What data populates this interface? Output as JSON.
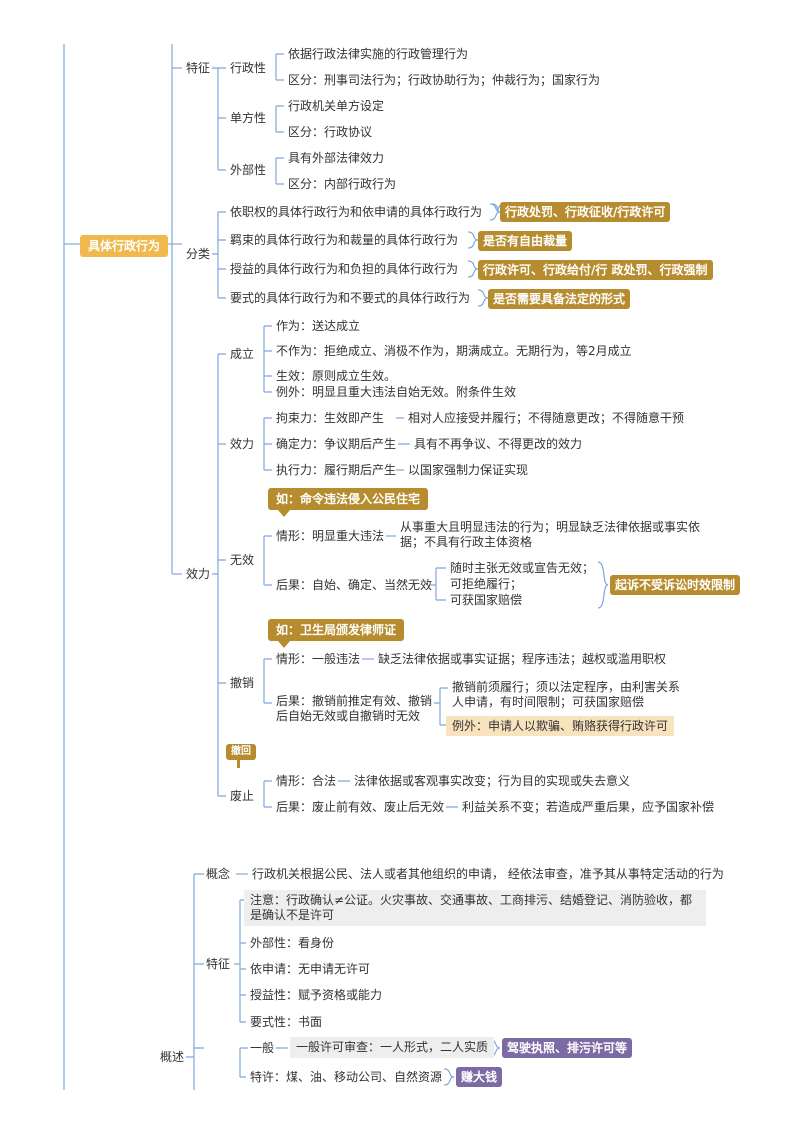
{
  "root": "具体行政行为",
  "s1": {
    "title": "特征",
    "a": {
      "label": "行政性",
      "c1": "依据行政法律实施的行政管理行为",
      "c2": "区分：刑事司法行为；行政协助行为；仲裁行为；国家行为"
    },
    "b": {
      "label": "单方性",
      "c1": "行政机关单方设定",
      "c2": "区分：行政协议"
    },
    "c": {
      "label": "外部性",
      "c1": "具有外部法律效力",
      "c2": "区分：内部行政行为"
    }
  },
  "s2": {
    "title": "分类",
    "items": [
      {
        "text": "依职权的具体行政行为和依申请的具体行政行为",
        "tag": "行政处罚、行政征收/行政许可"
      },
      {
        "text": "羁束的具体行政行为和裁量的具体行政行为",
        "tag": "是否有自由裁量"
      },
      {
        "text": "授益的具体行政行为和负担的具体行政行为",
        "tag": "行政许可、行政给付/行 政处罚、行政强制"
      },
      {
        "text": "要式的具体行政行为和不要式的具体行政行为",
        "tag": "是否需要具备法定的形式"
      }
    ]
  },
  "s3": {
    "title": "效力",
    "chengli": {
      "label": "成立",
      "i1": "作为：送达成立",
      "i2": "不作为：拒绝成立、消极不作为，期满成立。无期行为，等2月成立",
      "i3": "生效：原则成立生效。",
      "i4": "例外：明显且重大违法自始无效。附条件生效"
    },
    "xiaoli": {
      "label": "效力",
      "i1a": "拘束力：生效即产生",
      "i1b": "相对人应接受并履行；不得随意更改；不得随意干预",
      "i2a": "确定力：争议期后产生",
      "i2b": "具有不再争议、不得更改的效力",
      "i3a": "执行力：履行期后产生",
      "i3b": "以国家强制力保证实现"
    },
    "wuxiao": {
      "label": "无效",
      "callout": "如：命令违法侵入公民住宅",
      "q1": "情形：明显重大违法",
      "q1d": "从事重大且明显违法的行为；明显缺乏法律依据或事实依据；不具有行政主体资格",
      "q2": "后果：自始、确定、当然无效",
      "q2d1": "随时主张无效或宣告无效；",
      "q2d2": "可拒绝履行；",
      "q2d3": "可获国家赔偿",
      "tag": "起诉不受诉讼时效限制"
    },
    "chexiao": {
      "label": "撤销",
      "callout": "如：卫生局颁发律师证",
      "q1": "情形：一般违法",
      "q1d": "缺乏法律依据或事实证据；程序违法；越权或滥用职权",
      "q2": "后果：撤销前推定有效、撤销后自始无效或自撤销时无效",
      "q2d": "撤销前须履行；须以法定程序，由利害关系人申请，有时间限制；可获国家赔偿",
      "hl": "例外：申请人以欺骗、贿赂获得行政许可"
    },
    "feizhi": {
      "label": "废止",
      "pin": "撤回",
      "q1": "情形：合法",
      "q1d": "法律依据或客观事实改变；行为目的实现或失去意义",
      "q2": "后果：废止前有效、废止后无效",
      "q2d": "利益关系不变；若造成严重后果，应予国家补偿"
    }
  },
  "bottom": {
    "label": "概述",
    "concept": {
      "label": "概念",
      "text": "行政机关根据公民、法人或者其他组织的申请，  经依法审查，准予其从事特定活动的行为"
    },
    "feature": {
      "label": "特征",
      "note": "注意：行政确认≠公证。火灾事故、交通事故、工商排污、结婚登记、消防验收，都是确认不是许可",
      "i1": "外部性：看身份",
      "i2": "依申请：无申请无许可",
      "i3": "授益性：赋予资格或能力",
      "i4": "要式性：书面"
    },
    "general": {
      "label": "一般",
      "text": "一般许可审查：一人形式，二人实质",
      "tag": "驾驶执照、排污许可等"
    },
    "special": {
      "text": "特许：煤、油、移动公司、自然资源",
      "tag": "赚大钱"
    }
  },
  "colors": {
    "line": "#7fa8dc",
    "tag": "#b68c2e",
    "root": "#f0b94e",
    "purple": "#7b6aa3",
    "highlight": "#f9e2be"
  }
}
